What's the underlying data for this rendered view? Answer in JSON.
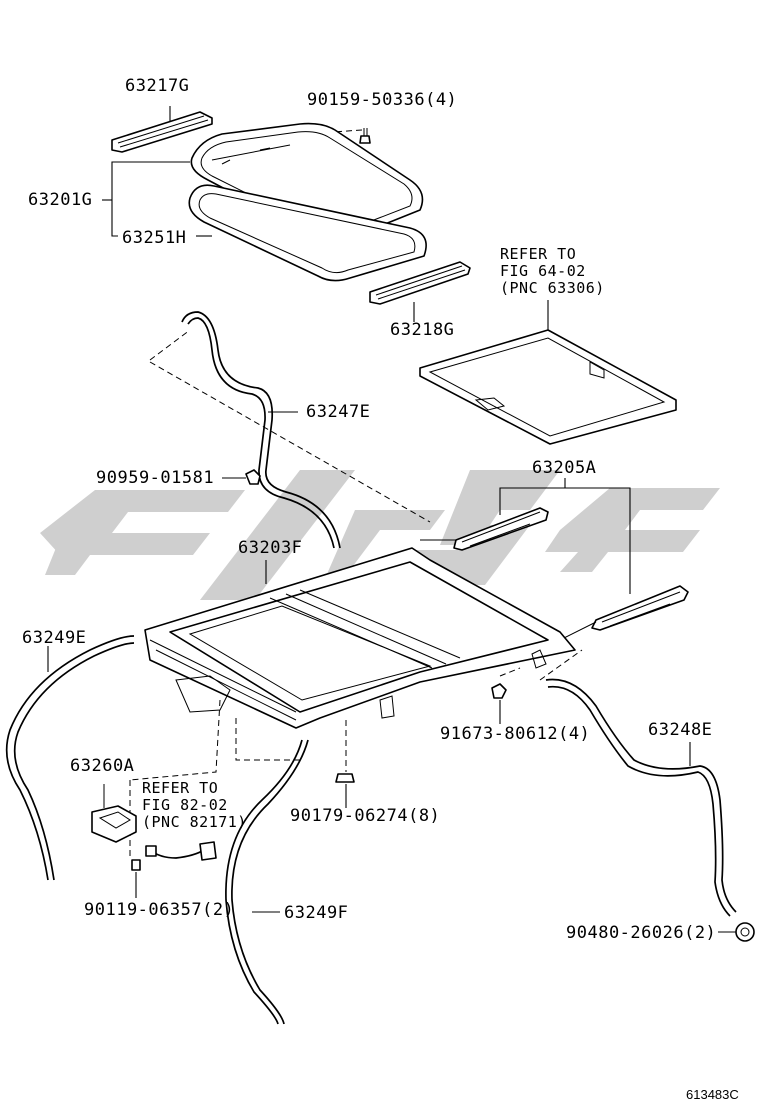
{
  "diagram": {
    "figure_id": "613483C",
    "watermark": {
      "color": "#cfcfcf"
    },
    "part_labels": [
      {
        "id": "p63217g",
        "text": "63217G"
      },
      {
        "id": "p90159",
        "text": "90159-50336(4)"
      },
      {
        "id": "p63201g",
        "text": "63201G"
      },
      {
        "id": "p63251h",
        "text": "63251H"
      },
      {
        "id": "p63218g",
        "text": "63218G"
      },
      {
        "id": "p63247e",
        "text": "63247E"
      },
      {
        "id": "p90959",
        "text": "90959-01581"
      },
      {
        "id": "p63205a",
        "text": "63205A"
      },
      {
        "id": "p63203f",
        "text": "63203F"
      },
      {
        "id": "p63249e",
        "text": "63249E"
      },
      {
        "id": "p91673",
        "text": "91673-80612(4)"
      },
      {
        "id": "p63248e",
        "text": "63248E"
      },
      {
        "id": "p63260a",
        "text": "63260A"
      },
      {
        "id": "p90179",
        "text": "90179-06274(8)"
      },
      {
        "id": "p90119",
        "text": "90119-06357(2)"
      },
      {
        "id": "p63249f",
        "text": "63249F"
      },
      {
        "id": "p90480",
        "text": "90480-26026(2)"
      }
    ],
    "references": [
      {
        "id": "ref1",
        "lines": [
          "REFER TO",
          "FIG 64-02",
          "(PNC 63306)"
        ]
      },
      {
        "id": "ref2",
        "lines": [
          "REFER TO",
          "FIG 82-02",
          "(PNC 82171)"
        ]
      }
    ]
  }
}
